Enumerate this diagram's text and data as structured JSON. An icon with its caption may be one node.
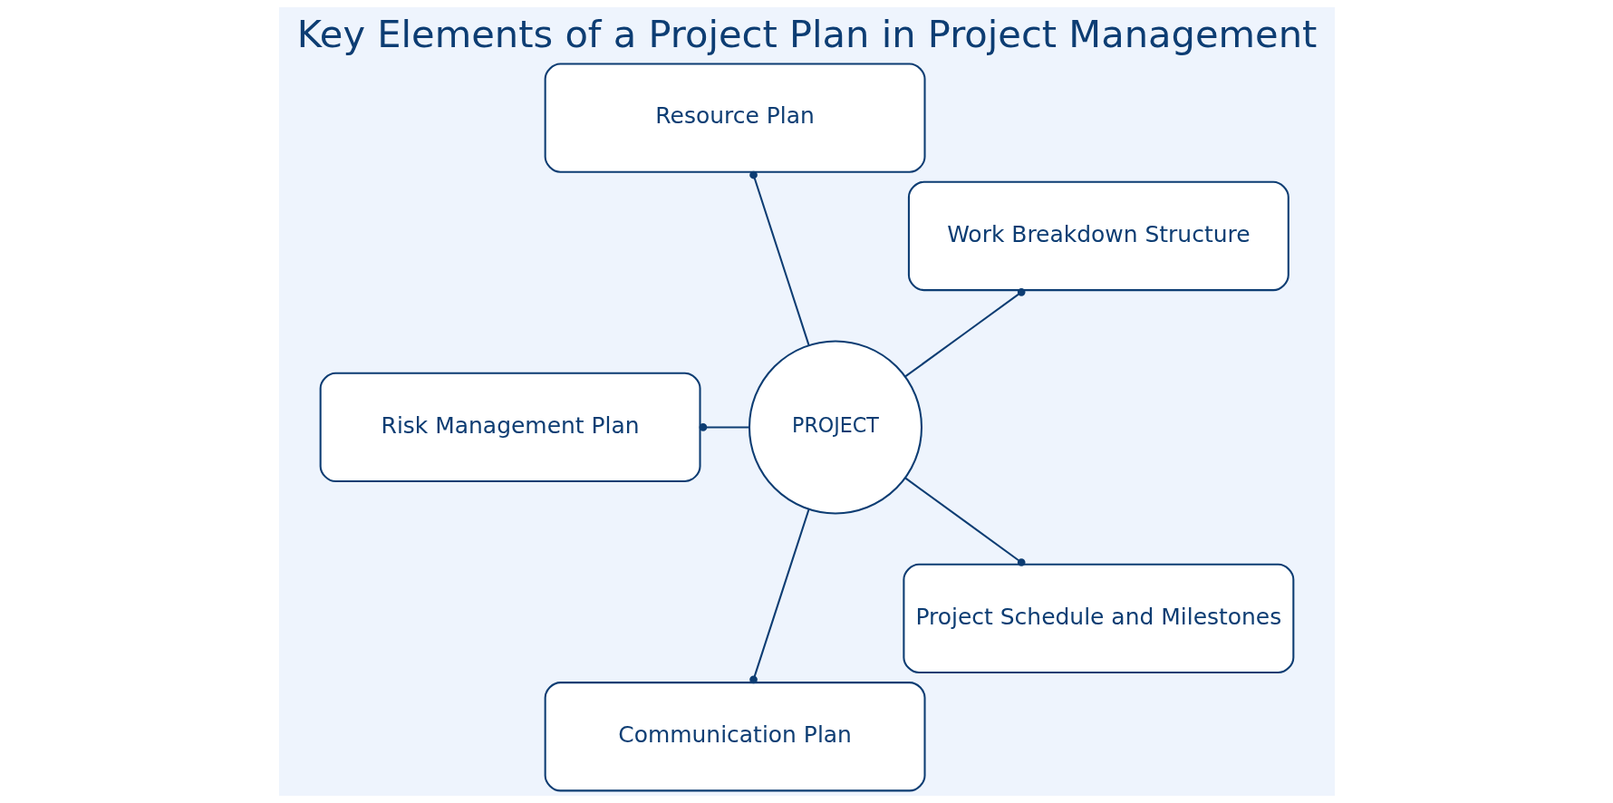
{
  "diagram": {
    "title": "Key Elements of a Project Plan in Project Management",
    "nodes": [
      {
        "text": [
          "PROJECT"
        ]
      },
      {
        "text": [
          "Work Breakdown Structure"
        ]
      },
      {
        "text": [
          "Resource Plan"
        ]
      },
      {
        "text": [
          "Risk Management Plan"
        ]
      },
      {
        "text": [
          "Communication Plan"
        ]
      },
      {
        "text": [
          "Project Schedule and Milestones"
        ]
      }
    ],
    "edges": [
      {
        "from": 0,
        "to": 1,
        "arrow": "other"
      },
      {
        "from": 0,
        "to": 2,
        "arrow": "other"
      },
      {
        "from": 0,
        "to": 3,
        "arrow": "other"
      },
      {
        "from": 0,
        "to": 4,
        "arrow": "other"
      },
      {
        "from": 0,
        "to": 5,
        "arrow": "other"
      }
    ]
  }
}
